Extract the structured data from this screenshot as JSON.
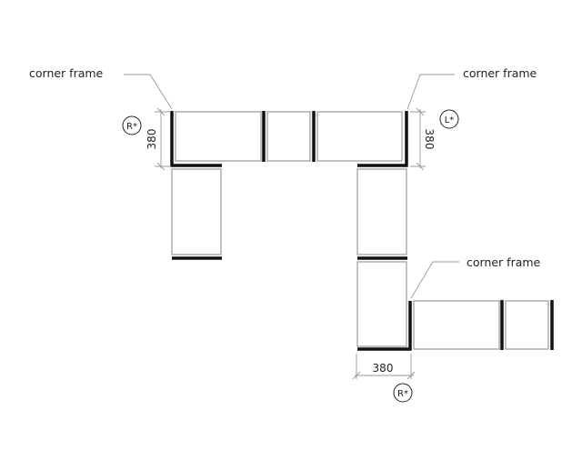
{
  "labels": {
    "corner_frame_top_left": "corner frame",
    "corner_frame_top_right": "corner frame",
    "corner_frame_bottom": "corner frame"
  },
  "dimensions": {
    "left": "380",
    "right": "380",
    "bottom": "380"
  },
  "markers": {
    "top_left": "R*",
    "top_right": "L*",
    "bottom": "R*"
  }
}
